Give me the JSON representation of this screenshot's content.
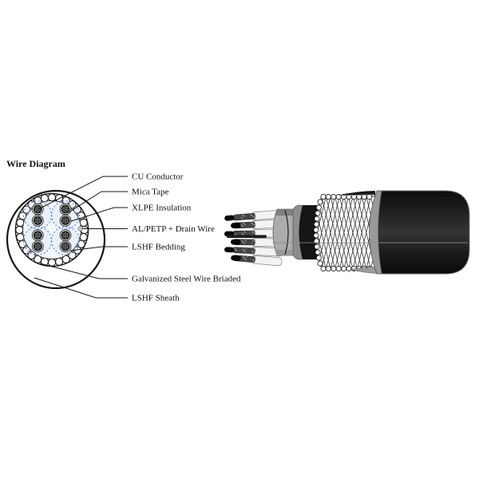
{
  "title": "Wire Diagram",
  "legend_labels": [
    {
      "id": "cu-conductor",
      "text": "CU Conductor"
    },
    {
      "id": "mica-tape",
      "text": "Mica Tape"
    },
    {
      "id": "xlpe-insulation",
      "text": "XLPE Insulation"
    },
    {
      "id": "al-petp-drain-wire",
      "text": "AL/PETP + Drain Wire"
    },
    {
      "id": "lshf-bedding",
      "text": "LSHF Bedding"
    },
    {
      "id": "galvanized-steel-wire-braided",
      "text": "Galvanized Steel Wire Briaded"
    },
    {
      "id": "lshf-sheath",
      "text": "LSHF Sheath"
    }
  ],
  "colors": {
    "background": "#ffffff",
    "pair_outline_blue": "#5b80c4",
    "bedding_tint_blue": "#f2f7fc",
    "sheath_black": "#161616",
    "metal_gray": "#9a9a9a",
    "drain_wire_gray": "#c6c6c6"
  }
}
